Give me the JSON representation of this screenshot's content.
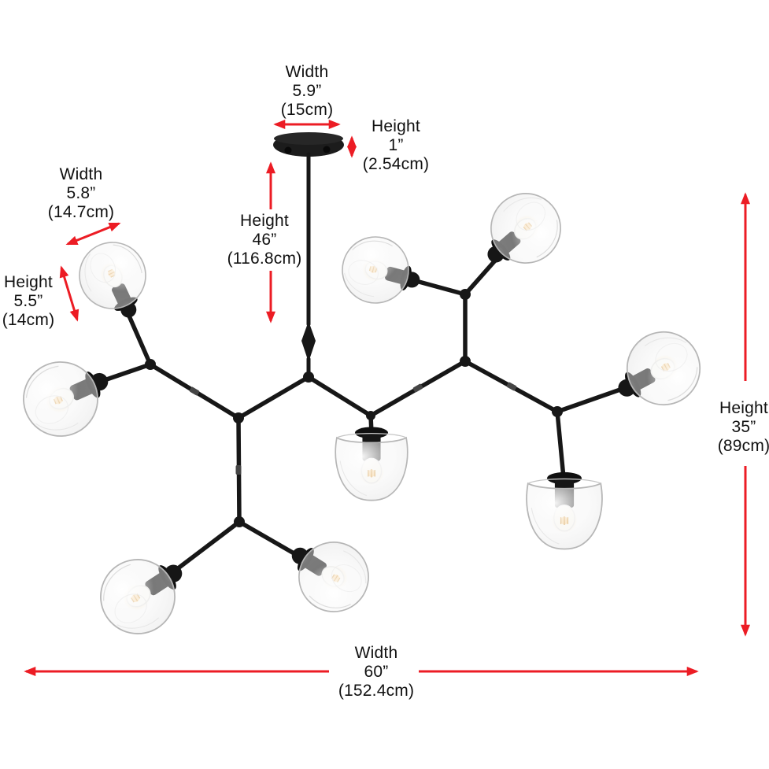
{
  "title": "Chandelier dimension diagram",
  "style": {
    "background": "#ffffff",
    "arrow_color": "#ec1c24",
    "text_color": "#111111",
    "fixture_color": "#1a1a1a",
    "glass_stroke_color": "#b6b6b6",
    "bulb_glow_color": "#ffd79a"
  },
  "fixture": {
    "globes_count": 9,
    "glass": "clear",
    "finish": "black"
  },
  "dimensions": {
    "canopy_width": {
      "label": "Width",
      "imperial": "5.9”",
      "metric": "(15cm)"
    },
    "canopy_height": {
      "label": "Height",
      "imperial": "1”",
      "metric": "(2.54cm)"
    },
    "shade_width": {
      "label": "Width",
      "imperial": "5.8”",
      "metric": "(14.7cm)"
    },
    "shade_height": {
      "label": "Height",
      "imperial": "5.5”",
      "metric": "(14cm)"
    },
    "rod_height": {
      "label": "Height",
      "imperial": "46”",
      "metric": "(116.8cm)"
    },
    "fixture_height": {
      "label": "Height",
      "imperial": "35”",
      "metric": "(89cm)"
    },
    "fixture_width": {
      "label": "Width",
      "imperial": "60”",
      "metric": "(152.4cm)"
    }
  }
}
